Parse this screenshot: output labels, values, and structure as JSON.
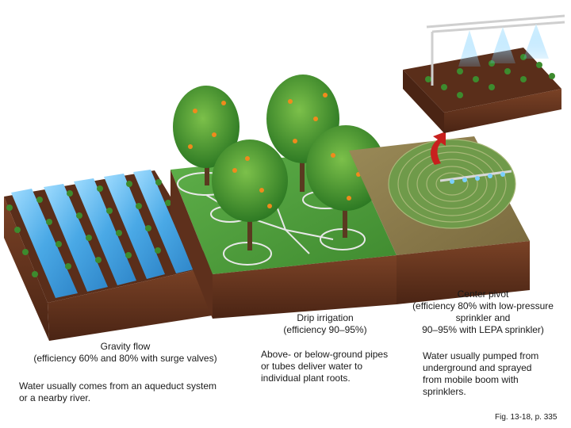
{
  "gravity": {
    "title": "Gravity flow",
    "efficiency": "(efficiency 60% and 80% with surge valves)",
    "description": "Water usually comes from an aqueduct system\nor a nearby river."
  },
  "drip": {
    "title": "Drip irrigation",
    "efficiency": "(efficiency 90–95%)",
    "description": "Above- or below-ground pipes\nor tubes deliver water to\nindividual plant roots."
  },
  "pivot": {
    "title": "Center pivot",
    "efficiency": "(efficiency 80% with low-pressure\nsprinkler and\n90–95% with LEPA sprinkler)",
    "description": "Water usually pumped from\nunderground and sprayed\nfrom mobile boom with\nsprinklers."
  },
  "caption": "Fig. 13-18, p. 335",
  "colors": {
    "soil_dark": "#5a2e1a",
    "soil_side": "#6e3a20",
    "grass": "#4f9a3a",
    "water": "#5bb8ee",
    "pivot_field": "#8a7a4c",
    "arrow": "#c8201e"
  }
}
